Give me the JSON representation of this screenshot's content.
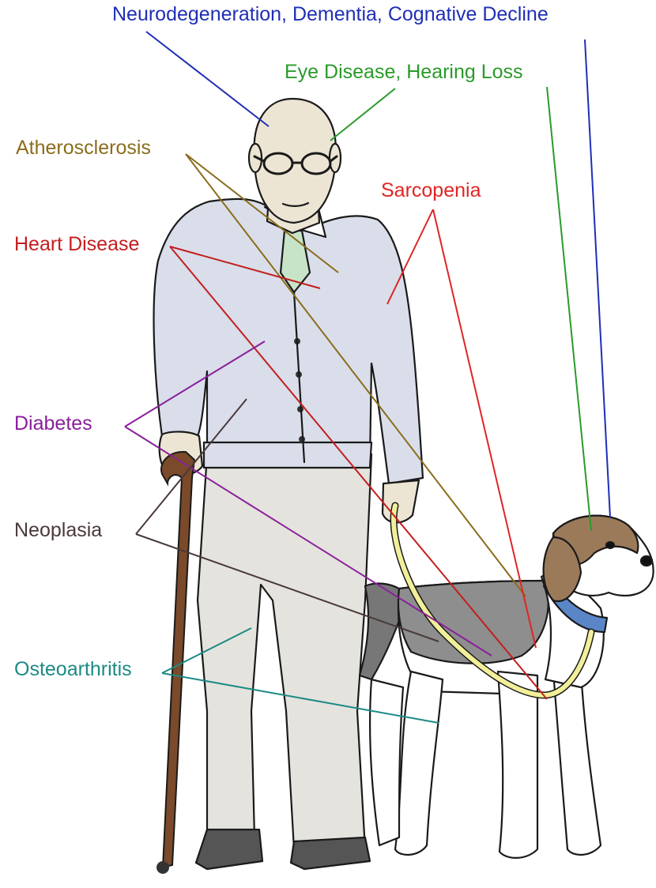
{
  "labels": {
    "neurodegeneration": {
      "text": "Neurodegeneration, Dementia, Cognative Decline",
      "color": "#1f2fb5"
    },
    "eye_hearing": {
      "text": "Eye Disease, Hearing Loss",
      "color": "#2a9a2a"
    },
    "atherosclerosis": {
      "text": "Atherosclerosis",
      "color": "#8a6d1c"
    },
    "sarcopenia": {
      "text": "Sarcopenia",
      "color": "#e02525"
    },
    "heart_disease": {
      "text": "Heart Disease",
      "color": "#c41e1e"
    },
    "diabetes": {
      "text": "Diabetes",
      "color": "#8a1f9c"
    },
    "neoplasia": {
      "text": "Neoplasia",
      "color": "#4a3a3a"
    },
    "osteoarthritis": {
      "text": "Osteoarthritis",
      "color": "#1c8a84"
    }
  },
  "colors": {
    "cardigan": "#d9deea",
    "trousers": "#e4e3de",
    "skin": "#ece5d4",
    "tie": "#c8e4c8",
    "cane": "#7a4a2a",
    "leash": "#f2ef9a",
    "dog_saddle": "#8e8e8e",
    "dog_head": "#9b7a5a",
    "dog_collar": "#5a86c8",
    "outline": "#1a1a1a"
  }
}
